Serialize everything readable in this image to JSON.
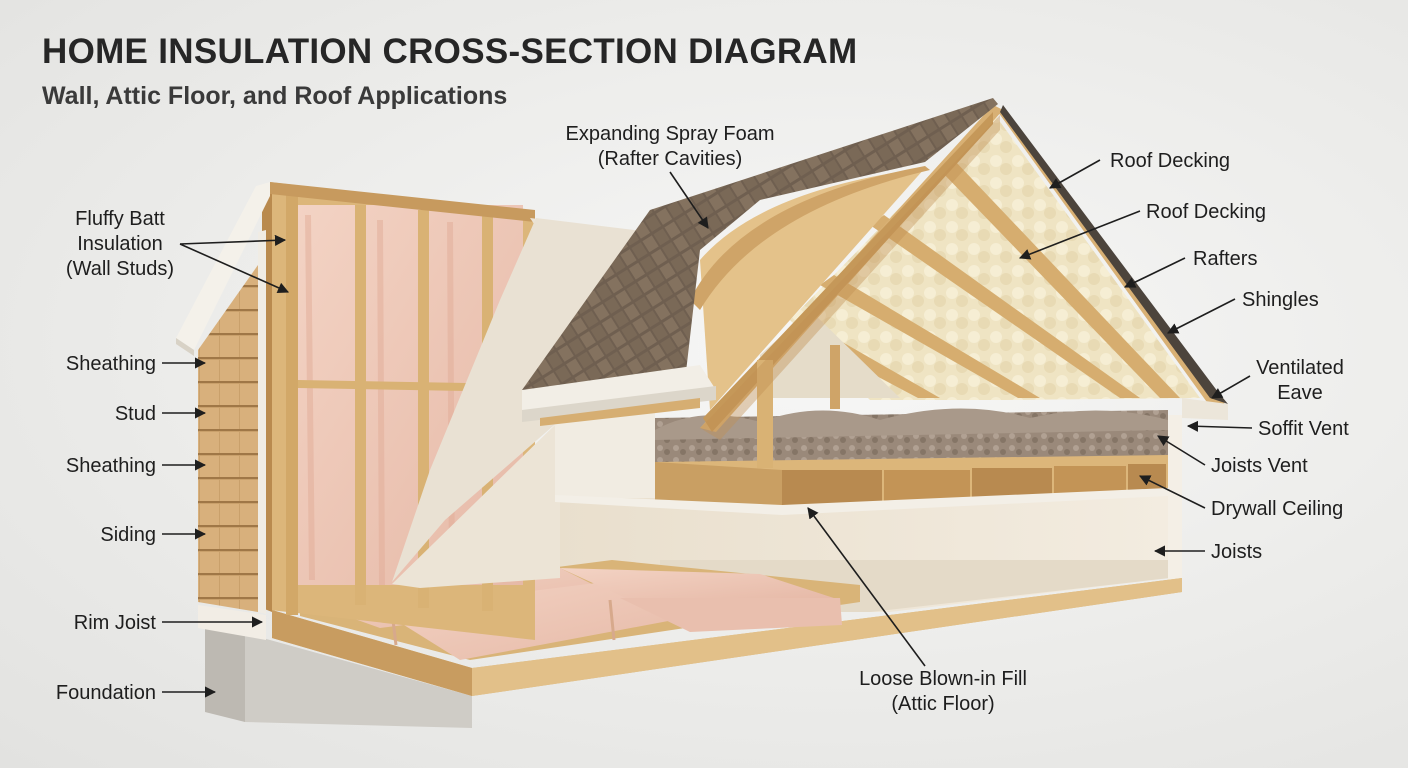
{
  "header": {
    "title": "HOME INSULATION CROSS-SECTION DIAGRAM",
    "subtitle": "Wall, Attic Floor, and Roof Applications"
  },
  "labels": {
    "batt_line1": "Fluffy Batt",
    "batt_line2": "Insulation",
    "batt_line3": "(Wall Studs)",
    "sheathing_top": "Sheathing",
    "stud": "Stud",
    "sheathing_bottom": "Sheathing",
    "siding": "Siding",
    "rim_joist": "Rim Joist",
    "foundation": "Foundation",
    "spray_line1": "Expanding Spray Foam",
    "spray_line2": "(Rafter Cavities)",
    "roof_decking_1": "Roof Decking",
    "roof_decking_2": "Roof Decking",
    "rafters": "Rafters",
    "shingles": "Shingles",
    "eave_line1": "Ventilated",
    "eave_line2": "Eave",
    "soffit_vent": "Soffit Vent",
    "joists_vent": "Joists Vent",
    "drywall_ceiling": "Drywall Ceiling",
    "joists": "Joists",
    "fill_line1": "Loose Blown-in Fill",
    "fill_line2": "(Attic Floor)"
  },
  "colors": {
    "wood": "#dcb67a",
    "wood_dark": "#b98a4e",
    "batt": "#efc9b8",
    "spray_foam": "#f1e6c6",
    "shingle": "#6e5e4e",
    "blown_fill": "#9c8b7c",
    "foundation": "#cfccc6",
    "drywall": "#eee6d8"
  }
}
